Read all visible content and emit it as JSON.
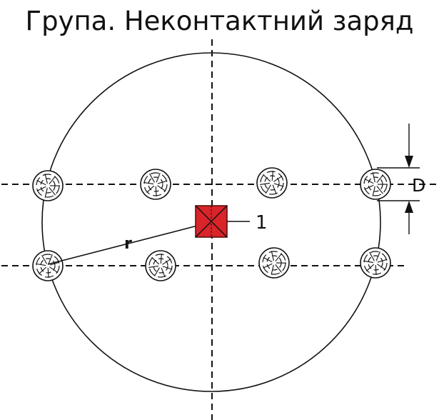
{
  "title": "Група. Неконтактний заряд",
  "labels": {
    "radius": "r",
    "diameter": "D",
    "charge_marker": "1"
  },
  "colors": {
    "charge_fill": "#d9242a",
    "charge_stroke": "#5a1010",
    "line": "#111111"
  },
  "counts": {
    "holes_top_row": 4,
    "holes_bottom_row": 4
  }
}
